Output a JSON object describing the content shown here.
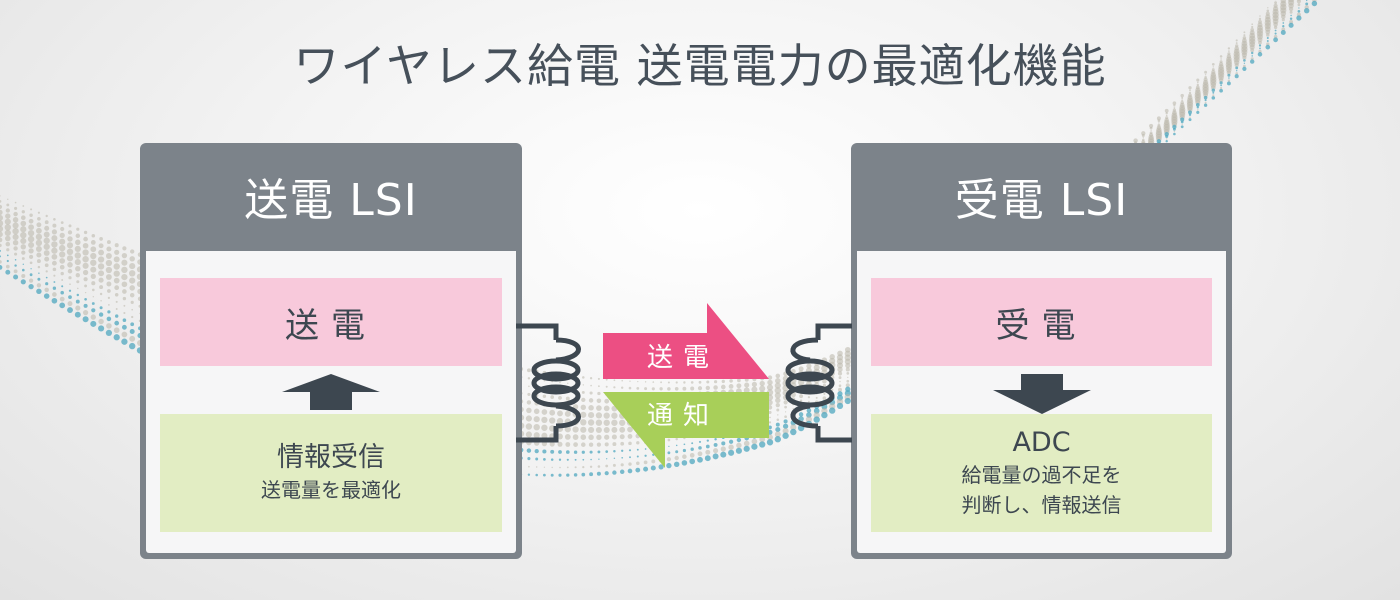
{
  "title": "ワイヤレス給電 送電電力の最適化機能",
  "colors": {
    "panel": "#7c838a",
    "pink": "#f8c9db",
    "green": "#e2edc3",
    "send_arrow": "#ec4f83",
    "notify_arrow": "#a8cf59",
    "dark": "#3d4750",
    "dots_gray": "#b9b6a9",
    "dots_teal": "#4fa7bf"
  },
  "transmitter": {
    "header": "送電 LSI",
    "top_block": "送電",
    "bottom_block": {
      "main": "情報受信",
      "sub": "送電量を最適化"
    },
    "arrow_direction": "up"
  },
  "receiver": {
    "header": "受電 LSI",
    "top_block": "受電",
    "bottom_block": {
      "main": "ADC",
      "sub_line1": "給電量の過不足を",
      "sub_line2": "判断し、情報送信"
    },
    "arrow_direction": "down"
  },
  "link": {
    "send_label": "送電",
    "notify_label": "通知",
    "send_direction": "right",
    "notify_direction": "left"
  }
}
